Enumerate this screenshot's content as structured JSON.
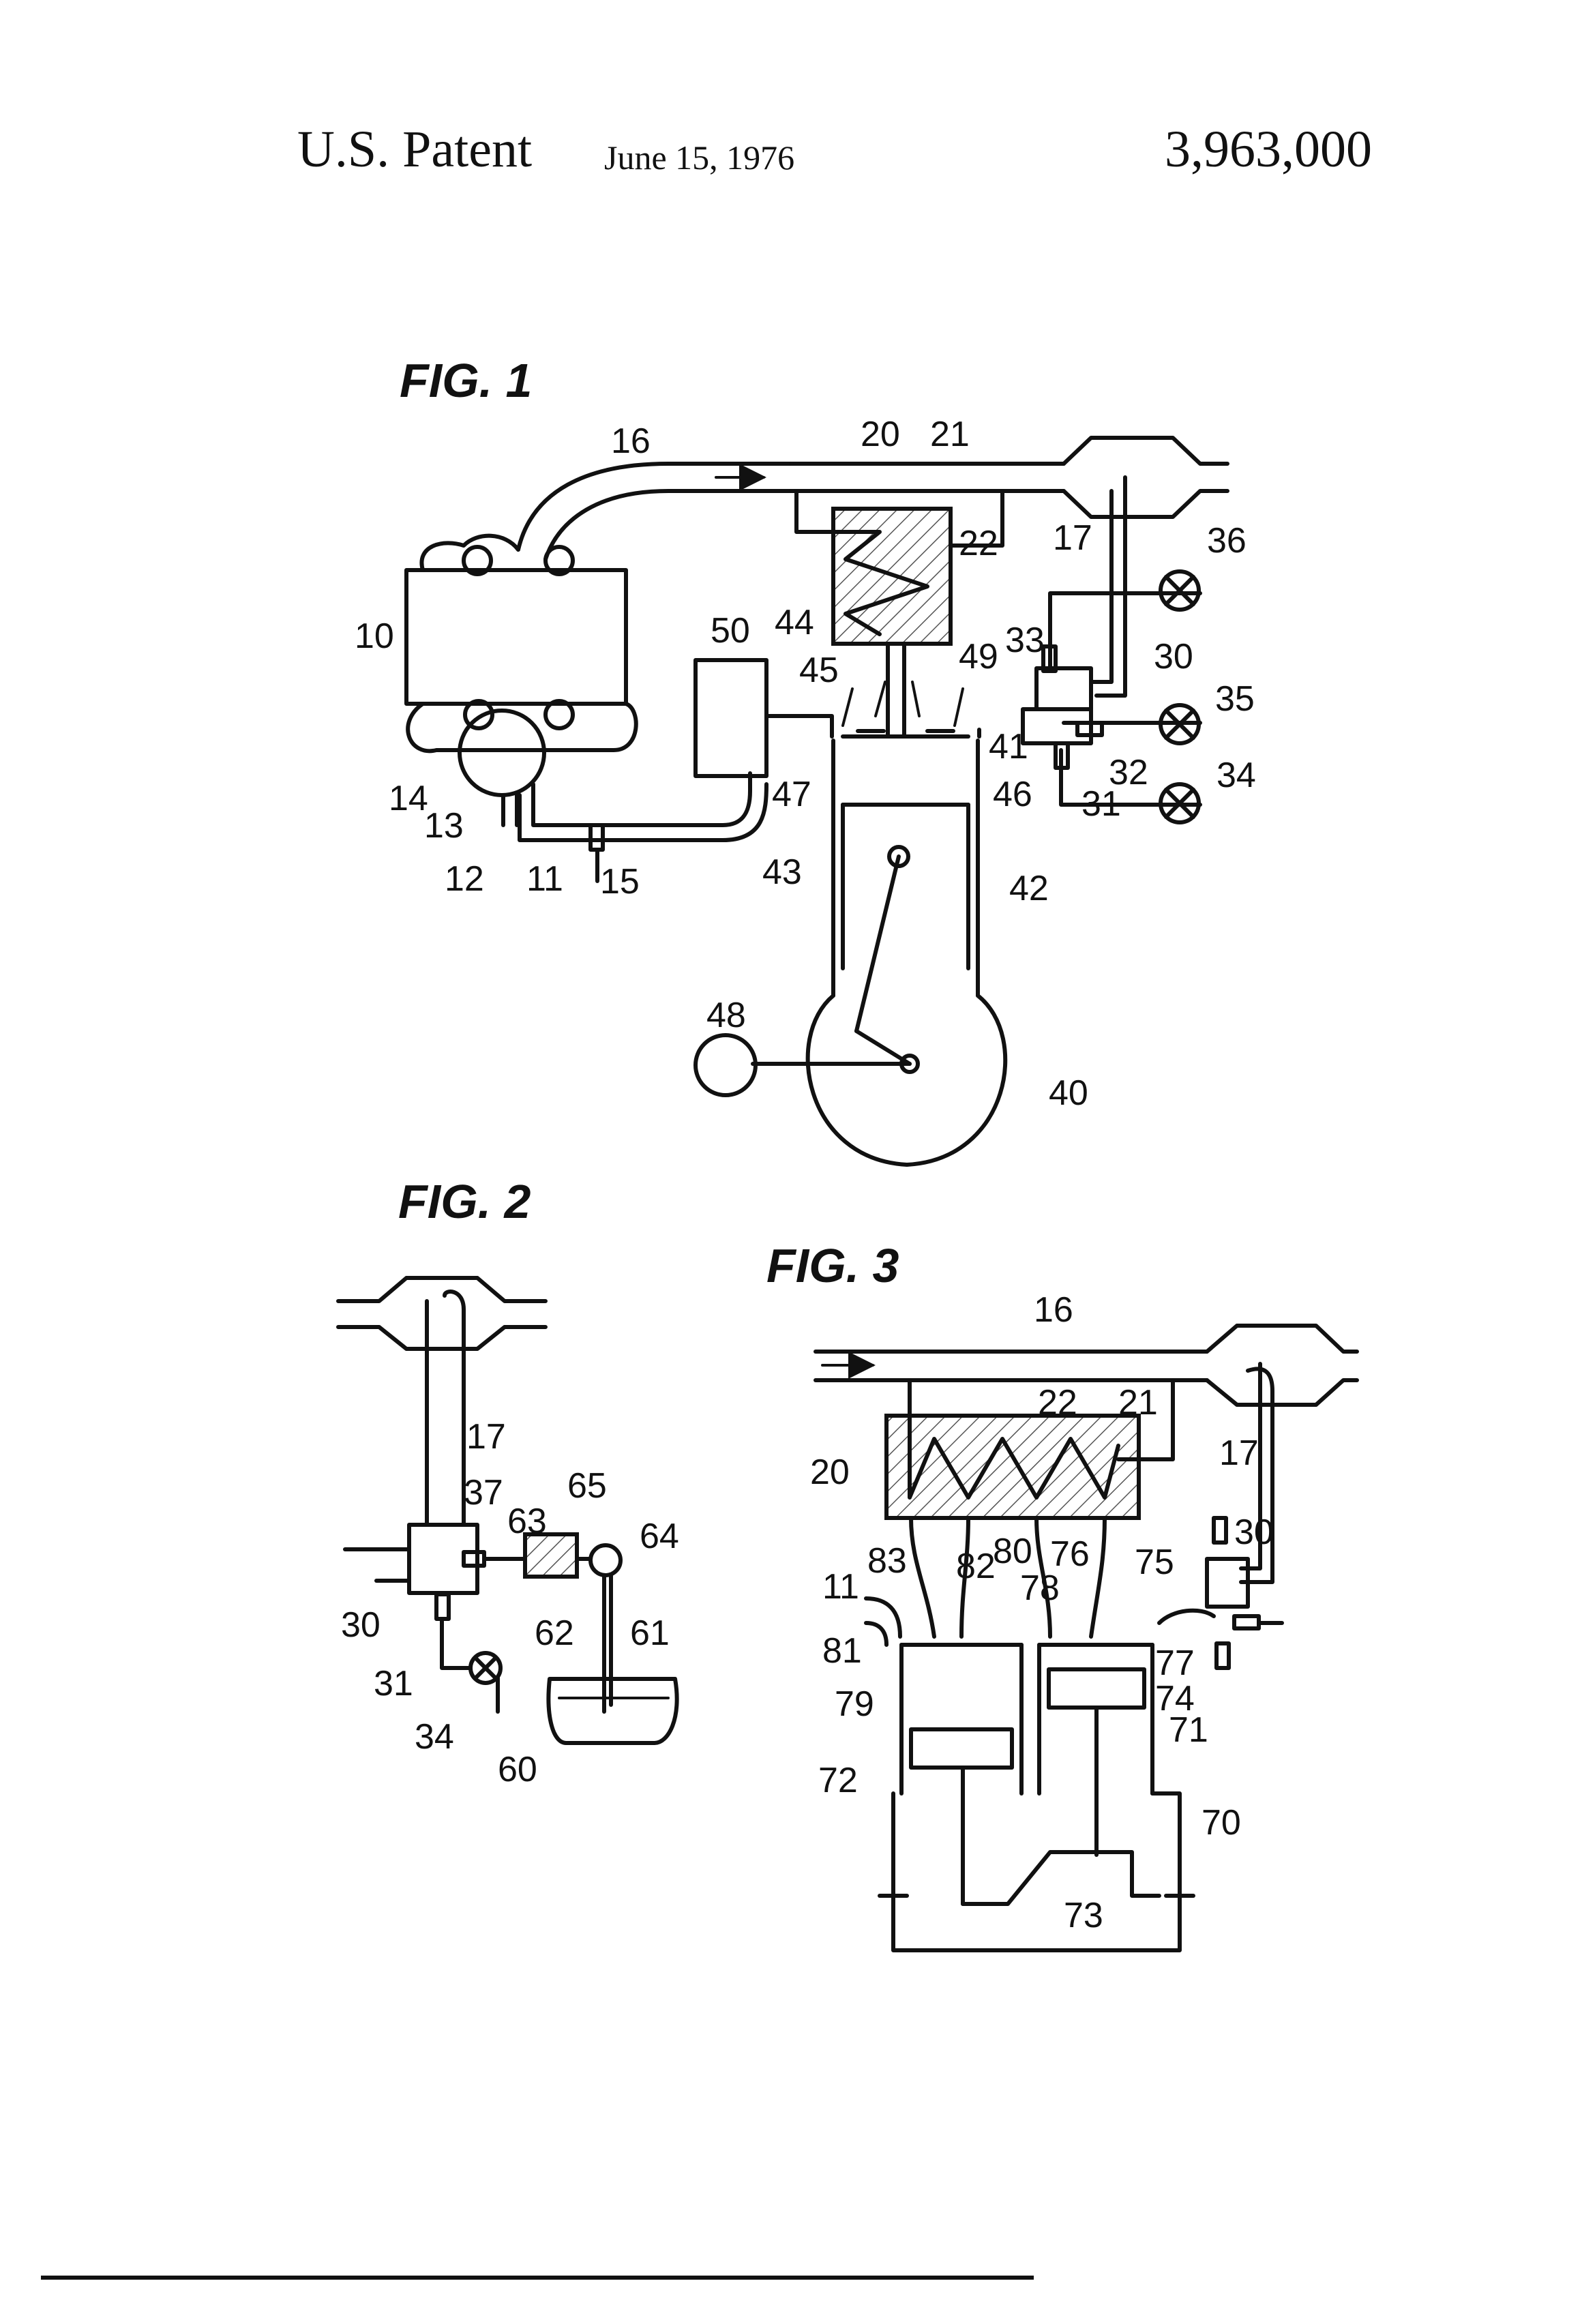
{
  "header": {
    "title": "U.S. Patent",
    "date": "June 15, 1976",
    "patent_number": "3,963,000"
  },
  "figures": [
    {
      "label": "FIG. 1",
      "refs": [
        "10",
        "11",
        "12",
        "13",
        "14",
        "15",
        "16",
        "17",
        "20",
        "21",
        "22",
        "30",
        "31",
        "32",
        "33",
        "34",
        "35",
        "36",
        "40",
        "41",
        "42",
        "43",
        "44",
        "45",
        "46",
        "47",
        "48",
        "49",
        "50"
      ]
    },
    {
      "label": "FIG. 2",
      "refs": [
        "17",
        "30",
        "31",
        "34",
        "37",
        "60",
        "61",
        "62",
        "63",
        "64",
        "65"
      ]
    },
    {
      "label": "FIG. 3",
      "refs": [
        "11",
        "16",
        "17",
        "20",
        "21",
        "22",
        "30",
        "70",
        "71",
        "72",
        "73",
        "74",
        "75",
        "76",
        "77",
        "78",
        "79",
        "80",
        "81",
        "82",
        "83"
      ]
    }
  ]
}
